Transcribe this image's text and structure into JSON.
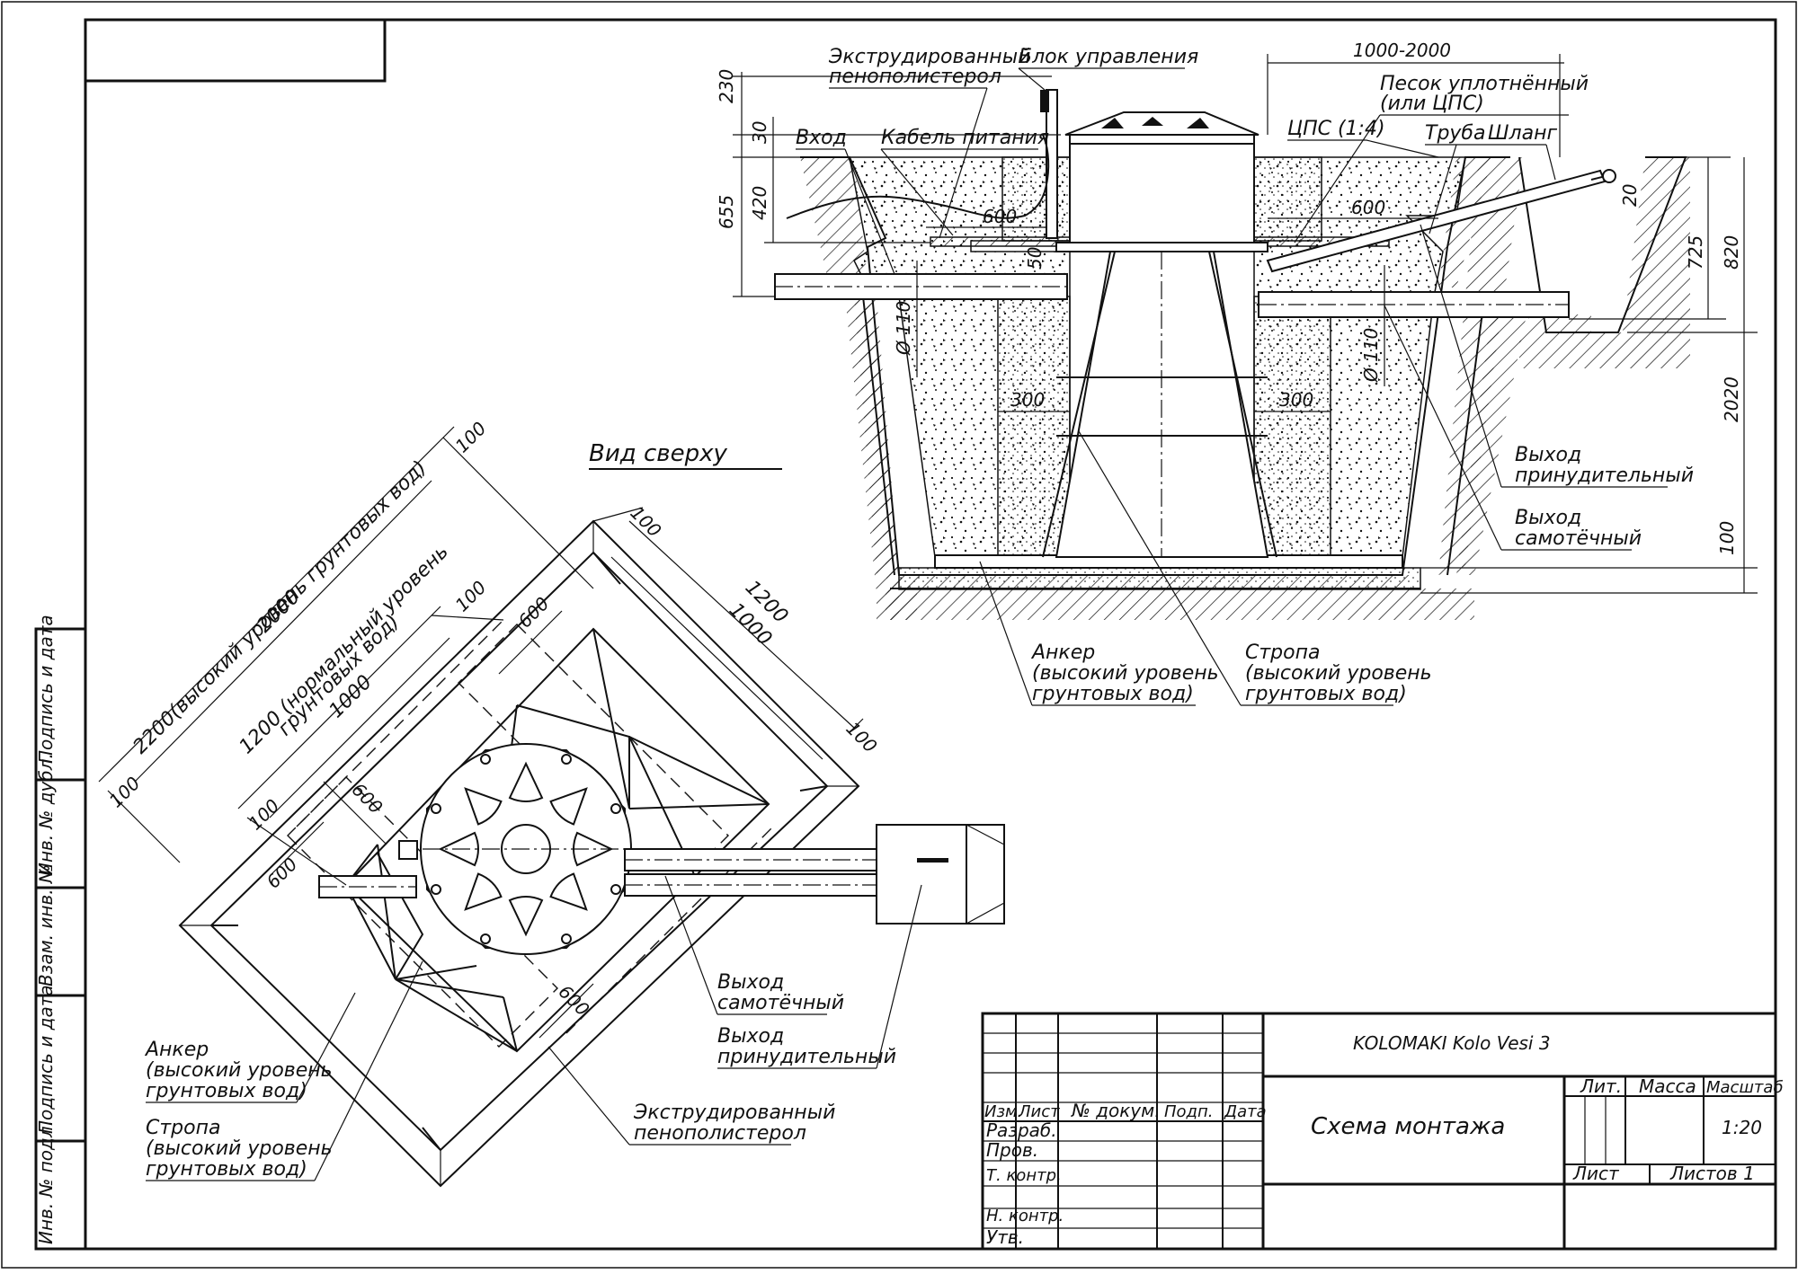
{
  "top_view_title": "Вид сверху",
  "section_labels": {
    "extruded_foam": "Экструдированный пенополистерол",
    "extruded_foam_l1": "Экструдированный",
    "extruded_foam_l2": "пенополистерол",
    "control_unit": "Блок управления",
    "inlet": "Вход",
    "power_cable": "Кабель питания",
    "sand_l1": "Песок уплотнённый",
    "sand_l2": "(или ЦПС)",
    "cps": "ЦПС (1:4)",
    "pipe": "Труба",
    "hose": "Шланг",
    "forced_out_l1": "Выход",
    "forced_out_l2": "принудительный",
    "gravity_out_l1": "Выход",
    "gravity_out_l2": "самотёчный",
    "anchor_l1": "Анкер",
    "anchor_l2": "(высокий уровень",
    "anchor_l3": "грунтовых вод)",
    "sling_l1": "Стропа",
    "sling_l2": "(высокий уровень",
    "sling_l3": "грунтовых вод)"
  },
  "section_dims": {
    "d1000_2000": "1000-2000",
    "d230": "230",
    "d30": "30",
    "d655": "655",
    "d420": "420",
    "d600a": "600",
    "d600b": "600",
    "d50": "50",
    "d110a": "Ø 110",
    "d110b": "Ø 110",
    "d300a": "300",
    "d300b": "300",
    "d20": "20",
    "d725": "725",
    "d820": "820",
    "d2020": "2020",
    "d100": "100"
  },
  "plan_dims": {
    "d2200": "2200(высокий уровень грунтовых вод)",
    "d2000": "2000",
    "d1200n_l1": "1200 (нормальный уровень",
    "d1200n_l2": "грунтовых вод)",
    "d1000a": "1000",
    "d100a": "100",
    "d100b": "100",
    "d100c": "100",
    "d100d": "100",
    "d100e": "100",
    "d100f": "100",
    "d1200": "1200",
    "d1000b": "1000",
    "d600a": "600",
    "d600b": "600",
    "d600c": "600",
    "d600d": "600"
  },
  "plan_labels": {
    "gravity_l1": "Выход",
    "gravity_l2": "самотёчный",
    "forced_l1": "Выход",
    "forced_l2": "принудительный",
    "anchor_l1": "Анкер",
    "anchor_l2": "(высокий уровень",
    "anchor_l3": "грунтовых вод)",
    "sling_l1": "Стропа",
    "sling_l2": "(высокий уровень",
    "sling_l3": "грунтовых вод)",
    "foam_l1": "Экструдированный",
    "foam_l2": "пенополистерол"
  },
  "side_stamp": {
    "f1": "Подпись и дата",
    "f2": "Инв. № дубл.",
    "f3": "Взам. инв. №",
    "f4": "Подпись и дата",
    "f5": "Инв. № подл."
  },
  "title_block": {
    "product": "KOLOMAKI Kolo Vesi 3",
    "drawing_title": "Схема монтажа",
    "lit": "Лит.",
    "mass": "Масса",
    "scale_label": "Масштаб",
    "scale_value": "1:20",
    "sheet": "Лист",
    "sheets": "Листов 1",
    "col_izm": "Изм.",
    "col_list": "Лист",
    "col_doc": "№ докум.",
    "col_sign": "Подп.",
    "col_date": "Дата",
    "role_razrab": "Разраб.",
    "role_prov": "Пров.",
    "role_tkontr": "Т. контр.",
    "role_nkontr": "Н. контр.",
    "role_utv": "Утв."
  }
}
